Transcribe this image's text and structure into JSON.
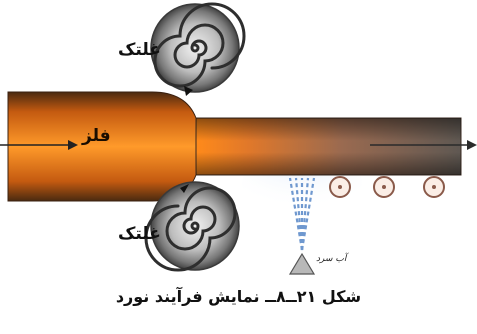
{
  "figure": {
    "roller_label_top": "غلتک",
    "roller_label_bottom": "غلتک",
    "metal_label": "فلز",
    "water_label": "آب سرد",
    "caption": "شکل ۲۱ــ۸ــ نمایش فرآیند نورد"
  },
  "colors": {
    "metal_hot": "#ff8a1a",
    "metal_edge": "#5a3010",
    "metal_cool": "#6a5a50",
    "roller": "#8c8c8c",
    "water": "#7fa6d6"
  },
  "icons": {
    "roller": "spiral-roller-icon",
    "guide_roller": "small-guide-roller-icon",
    "nozzle": "water-nozzle-icon",
    "arrow": "flow-arrow-icon"
  }
}
